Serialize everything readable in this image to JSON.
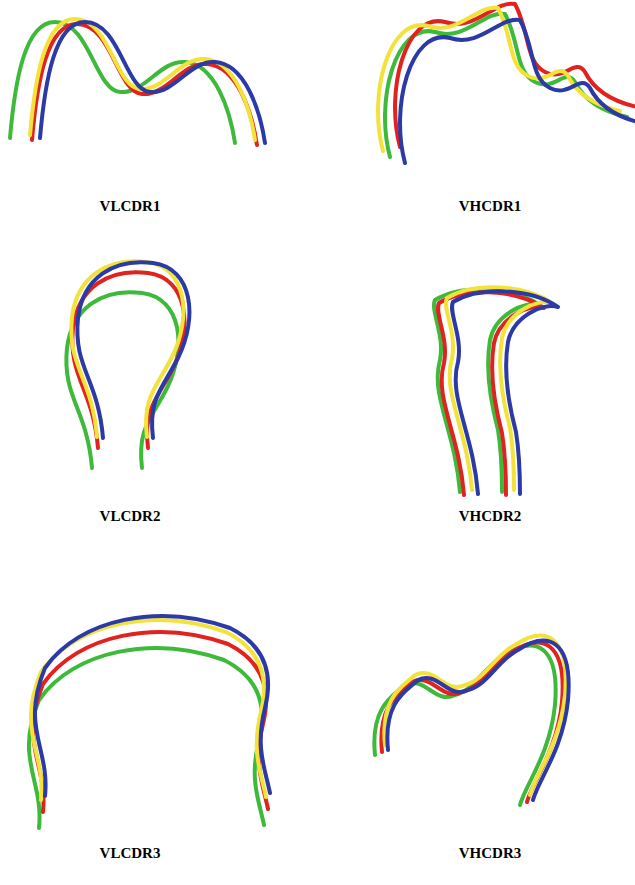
{
  "diagram": {
    "labels": [
      "VLCDR1",
      "VHCDR1",
      "VLCDR2",
      "VHCDR2",
      "VLCDR3",
      "VHCDR3"
    ]
  }
}
